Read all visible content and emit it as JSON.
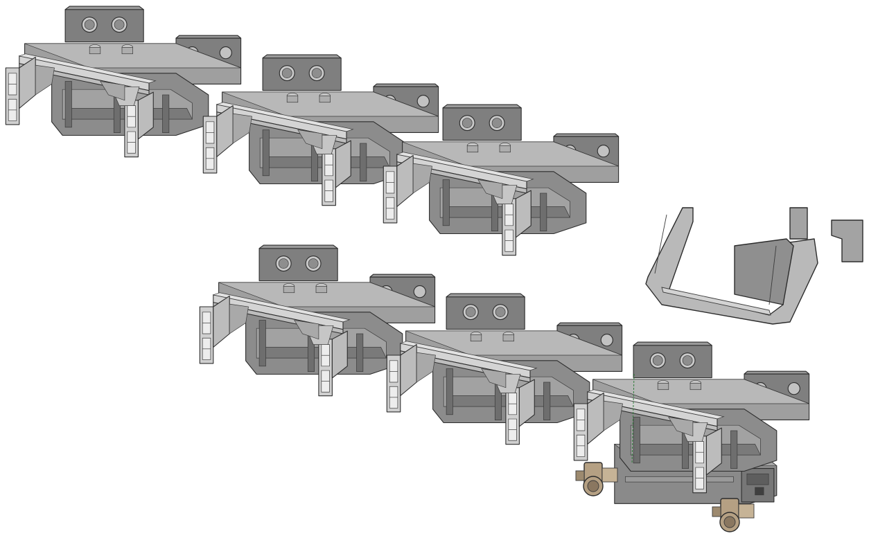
{
  "scene": {
    "description_visible_text": "",
    "colors": {
      "background": "#ffffff",
      "frame_dark": "#7d7d7d",
      "frame_mid": "#949494",
      "frame_light": "#b3b3b3",
      "frame_highlight": "#d2d2d2",
      "edge": "#2c2c2c",
      "brass_part": "#b5a083",
      "brass_shadow": "#8a7760",
      "axis_line": "#2f7d3a"
    },
    "parts": [
      {
        "name": "bogie-frame-top-1",
        "row": 1,
        "index": 1
      },
      {
        "name": "bogie-frame-top-2",
        "row": 1,
        "index": 2
      },
      {
        "name": "bogie-frame-top-3",
        "row": 1,
        "index": 3
      },
      {
        "name": "bogie-frame-bottom-1",
        "row": 2,
        "index": 1
      },
      {
        "name": "bogie-frame-bottom-2",
        "row": 2,
        "index": 2
      },
      {
        "name": "bogie-frame-bottom-3",
        "row": 2,
        "index": 3,
        "has_motor_block": true
      },
      {
        "name": "coupler-bracket",
        "row": 1,
        "index": 4
      }
    ]
  }
}
